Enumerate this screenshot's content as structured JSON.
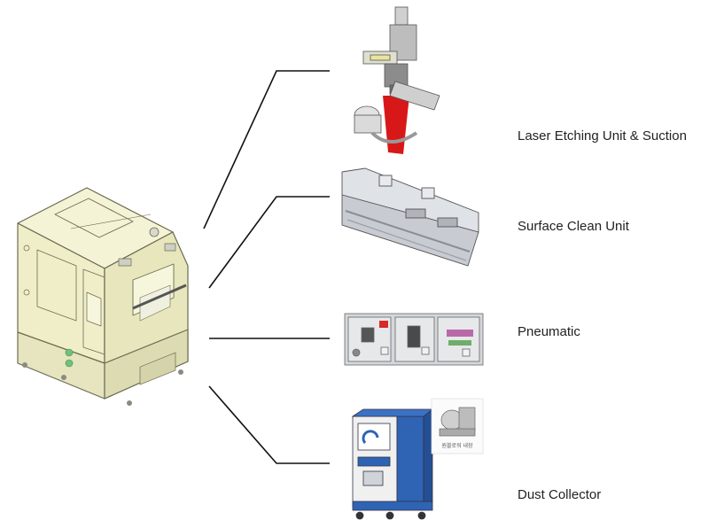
{
  "components": [
    {
      "id": "laser",
      "label": "Laser Etching Unit & Suction"
    },
    {
      "id": "clean",
      "label": "Surface Clean Unit"
    },
    {
      "id": "pneumatic",
      "label": "Pneumatic"
    },
    {
      "id": "dust",
      "label": "Dust Collector"
    }
  ],
  "callout": {
    "text": "원블로워 내장"
  },
  "colors": {
    "machine_body": "#efeec8",
    "machine_outline": "#6b6b52",
    "laser_beam": "#d81818",
    "collector_blue": "#2f63b4",
    "connector_line": "#111111"
  },
  "icons": [
    "laser-etching-unit-icon",
    "surface-clean-unit-icon",
    "pneumatic-panel-icon",
    "dust-collector-icon",
    "blower-icon",
    "machine-icon"
  ]
}
